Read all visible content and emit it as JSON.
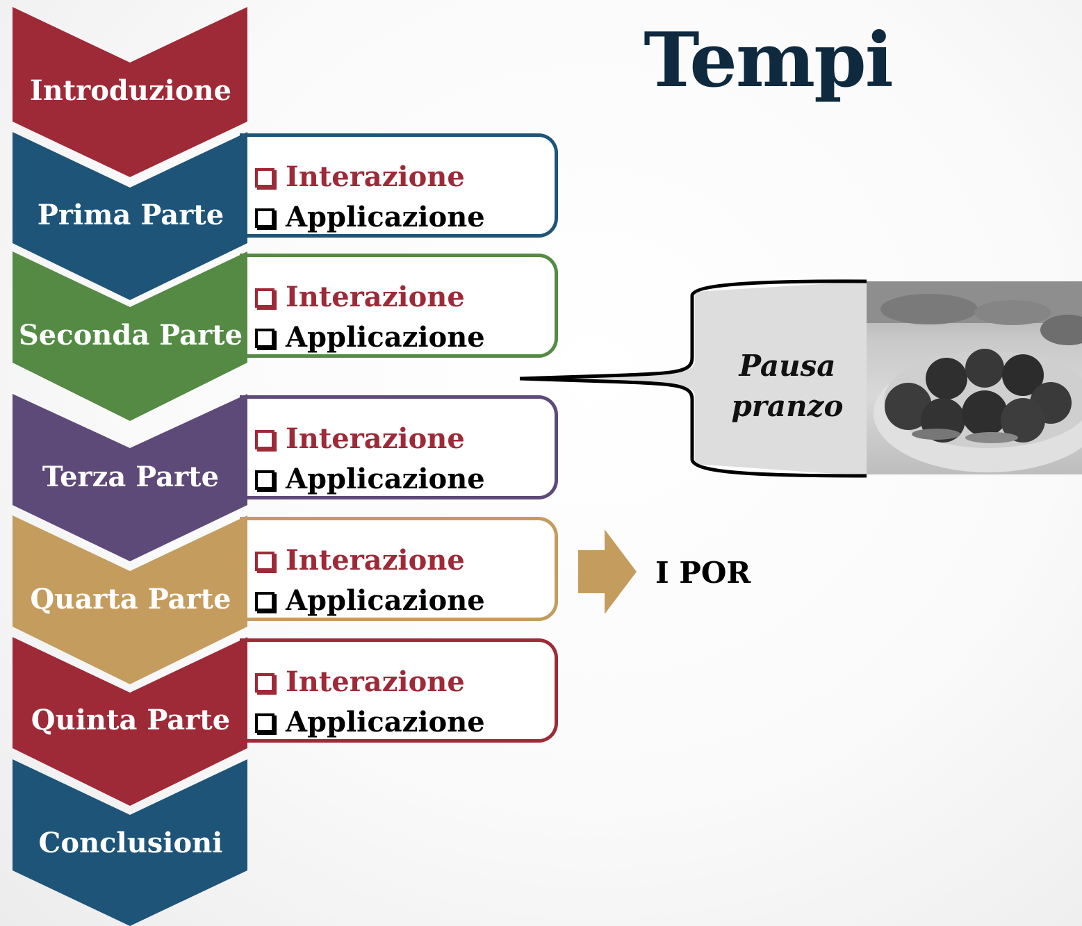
{
  "title": "Tempi",
  "colors": {
    "red": "#9e2a38",
    "blue": "#1e5478",
    "green": "#548a44",
    "purple": "#5e4a78",
    "gold": "#c49c5e",
    "dark_title": "#0f2a3f"
  },
  "stages": [
    {
      "label": "Introduzione",
      "color": "#9e2a38"
    },
    {
      "label": "Prima Parte",
      "color": "#1e5478"
    },
    {
      "label": "Seconda Parte",
      "color": "#548a44"
    },
    {
      "label": "Terza Parte",
      "color": "#5e4a78"
    },
    {
      "label": "Quarta Parte",
      "color": "#c49c5e"
    },
    {
      "label": "Quinta Parte",
      "color": "#9e2a38"
    },
    {
      "label": "Conclusioni",
      "color": "#1e5478"
    }
  ],
  "boxes": [
    {
      "item1": "Interazione",
      "item2": "Applicazione",
      "border": "#1e5478"
    },
    {
      "item1": "Interazione",
      "item2": "Applicazione",
      "border": "#548a44"
    },
    {
      "item1": "Interazione",
      "item2": "Applicazione",
      "border": "#5e4a78"
    },
    {
      "item1": "Interazione",
      "item2": "Applicazione",
      "border": "#c49c5e"
    },
    {
      "item1": "Interazione",
      "item2": "Applicazione",
      "border": "#9e2a38"
    }
  ],
  "callout": {
    "line1": "Pausa",
    "line2": "pranzo"
  },
  "por": {
    "label": "I POR",
    "arrow_color": "#c49c5e"
  }
}
